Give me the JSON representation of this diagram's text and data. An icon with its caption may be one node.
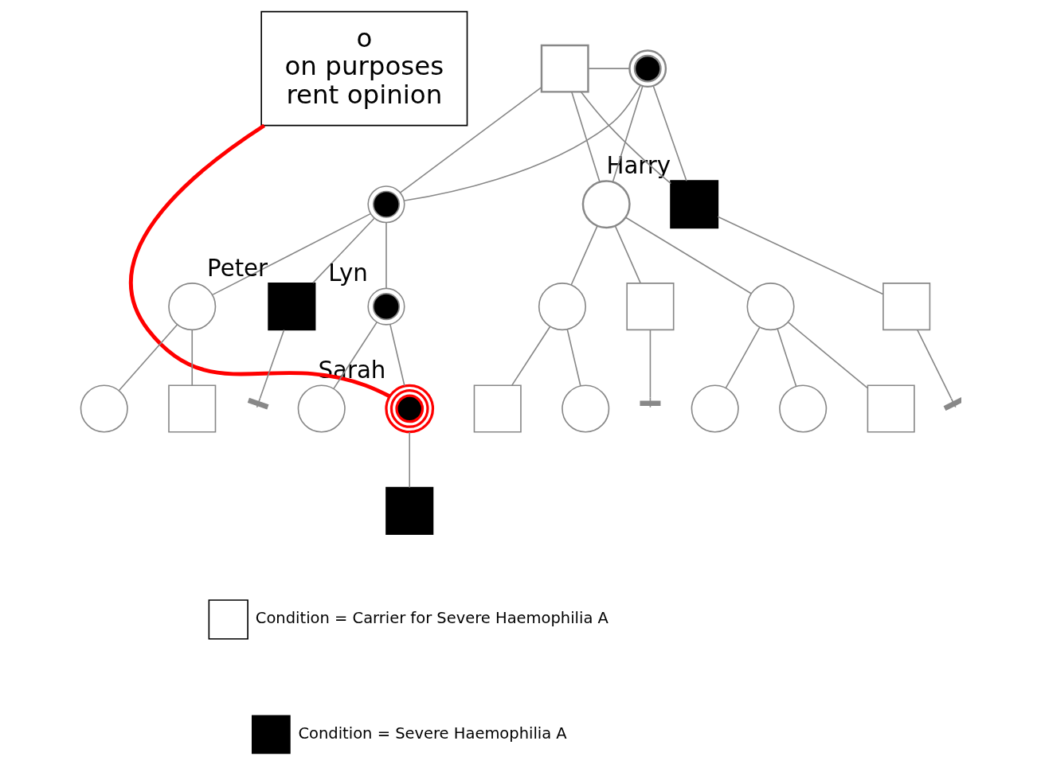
{
  "diagram": {
    "nodes": [
      {
        "text": [
          "o",
          "on purposes",
          "rent opinion"
        ]
      },
      {
        "text": [],
        "shape": "box"
      },
      {
        "text": [],
        "shape": "circle"
      },
      {
        "text": [],
        "shape": "circle"
      },
      {
        "text": [],
        "shape": "circle"
      },
      {
        "text": [],
        "shape": "box",
        "beside": [
          "Harry"
        ]
      },
      {
        "text": [],
        "shape": "circle"
      },
      {
        "text": [],
        "shape": "box",
        "beside": [
          "Peter"
        ]
      },
      {
        "text": [],
        "shape": "circle",
        "beside": [
          "Lyn"
        ]
      },
      {
        "text": [],
        "shape": "circle"
      },
      {
        "text": [],
        "shape": "box"
      },
      {
        "text": [],
        "shape": "circle"
      },
      {
        "text": [],
        "shape": "box"
      },
      {
        "text": [],
        "shape": "circle"
      },
      {
        "text": [],
        "shape": "box"
      },
      {
        "text": [],
        "shape": "circle"
      },
      {
        "text": [],
        "shape": "circle",
        "beside": [
          "Sarah"
        ]
      },
      {
        "text": [],
        "shape": "box"
      },
      {
        "text": [],
        "shape": "circle"
      },
      {
        "text": [],
        "shape": "circle"
      },
      {
        "text": [],
        "shape": "circle"
      },
      {
        "text": [],
        "shape": "box"
      },
      {
        "text": [],
        "shape": "box"
      }
    ],
    "edges": [
      {
        "from": 1,
        "to": 2,
        "arrow": "none"
      },
      {
        "from": 1,
        "to": 3,
        "arrow": "none"
      },
      {
        "from": 2,
        "to": 3,
        "arrow": "none"
      },
      {
        "from": 1,
        "to": 4,
        "arrow": "none"
      },
      {
        "from": 2,
        "to": 4,
        "arrow": "none"
      },
      {
        "from": 1,
        "to": 5,
        "arrow": "none"
      },
      {
        "from": 2,
        "to": 5,
        "arrow": "none"
      },
      {
        "from": 3,
        "to": 6,
        "arrow": "none"
      },
      {
        "from": 3,
        "to": 7,
        "arrow": "none"
      },
      {
        "from": 3,
        "to": 8,
        "arrow": "none"
      },
      {
        "from": 4,
        "to": 9,
        "arrow": "none"
      },
      {
        "from": 4,
        "to": 10,
        "arrow": "none"
      },
      {
        "from": 4,
        "to": 11,
        "arrow": "none"
      },
      {
        "from": 5,
        "to": 12,
        "arrow": "none"
      },
      {
        "from": 7,
        "to": null,
        "arrow": "other"
      },
      {
        "from": 10,
        "to": null,
        "arrow": "other"
      },
      {
        "from": 12,
        "to": null,
        "arrow": "other"
      },
      {
        "from": 6,
        "to": 13,
        "arrow": "none"
      },
      {
        "from": 6,
        "to": 14,
        "arrow": "none"
      },
      {
        "from": 8,
        "to": 15,
        "arrow": "none"
      },
      {
        "from": 8,
        "to": 16,
        "arrow": "none"
      },
      {
        "from": 9,
        "to": 17,
        "arrow": "none"
      },
      {
        "from": 9,
        "to": 18,
        "arrow": "none"
      },
      {
        "from": 11,
        "to": 19,
        "arrow": "none"
      },
      {
        "from": 11,
        "to": 20,
        "arrow": "none"
      },
      {
        "from": 11,
        "to": 21,
        "arrow": "none"
      },
      {
        "from": 16,
        "to": 22,
        "arrow": "none"
      },
      {
        "from": 0,
        "to": 16,
        "arrow": "none",
        "style": "thick",
        "color": "#ff0000"
      }
    ],
    "legend": [
      {
        "text": "Condition = Carrier for Severe Haemophilia A"
      },
      {
        "text": "Condition = Severe Haemophilia A",
        "color": "#000000"
      }
    ]
  }
}
